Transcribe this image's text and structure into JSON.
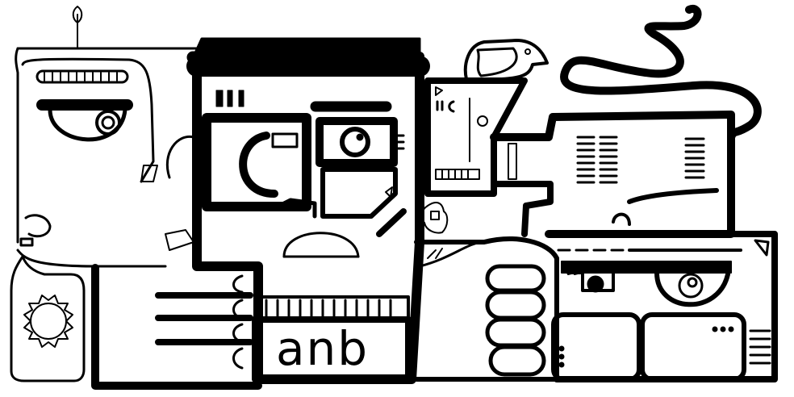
{
  "illustration": {
    "style": "black-and-white doodle line art",
    "colors": {
      "ink": "#000000",
      "paper": "#ffffff"
    },
    "label_text": "anb",
    "elements": [
      "face-left-with-antenna",
      "boxy-head-center",
      "bird-on-small-face",
      "cat-body-with-long-tail",
      "fist-hand",
      "bottom-right-face",
      "sun-bottle-left",
      "striped-hand-center"
    ]
  }
}
